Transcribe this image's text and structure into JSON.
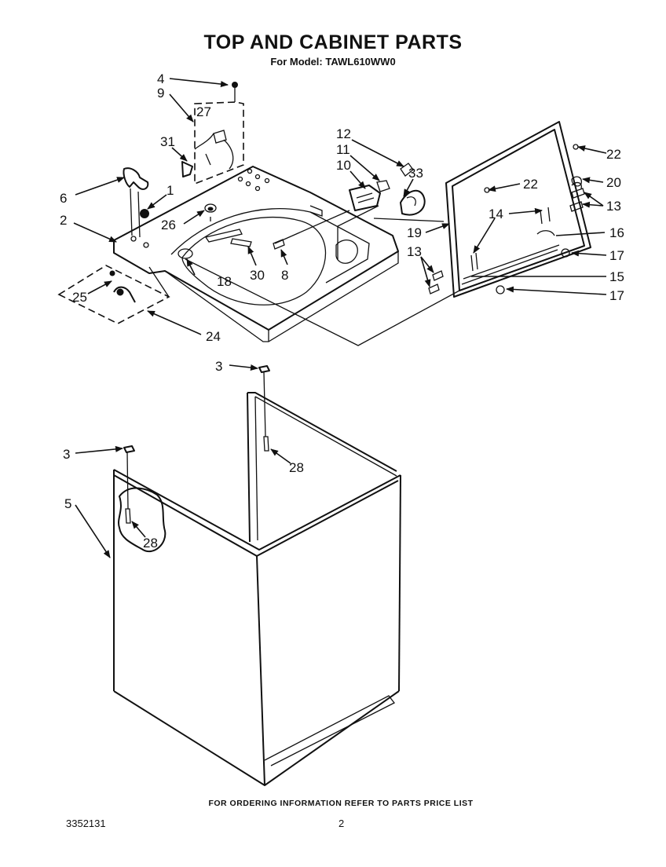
{
  "title": "TOP AND CABINET PARTS",
  "subtitle": "For Model: TAWL610WW0",
  "footer_note": "FOR ORDERING INFORMATION REFER TO PARTS PRICE LIST",
  "document_number": "3352131",
  "page_number": "2",
  "callouts": {
    "c1": "1",
    "c2": "2",
    "c3a": "3",
    "c3b": "3",
    "c4": "4",
    "c5": "5",
    "c6": "6",
    "c8": "8",
    "c9": "9",
    "c10": "10",
    "c11": "11",
    "c12": "12",
    "c13a": "13",
    "c13b": "13",
    "c14": "14",
    "c15": "15",
    "c16": "16",
    "c17a": "17",
    "c17b": "17",
    "c18": "18",
    "c19": "19",
    "c20": "20",
    "c22a": "22",
    "c22b": "22",
    "c24": "24",
    "c25": "25",
    "c26": "26",
    "c27": "27",
    "c28a": "28",
    "c28b": "28",
    "c30": "30",
    "c31": "31",
    "c33": "33"
  }
}
